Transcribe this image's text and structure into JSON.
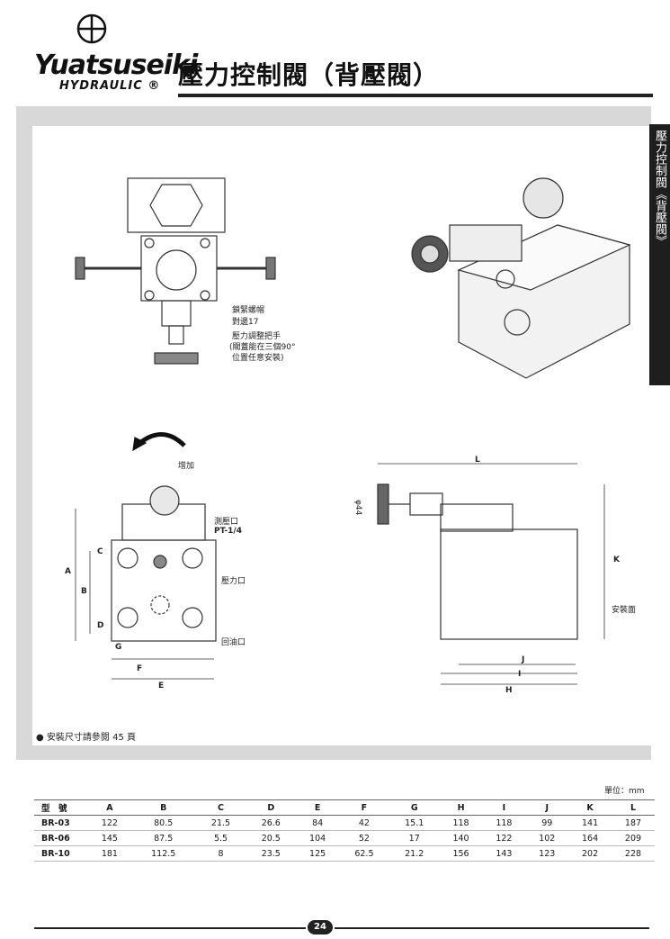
{
  "header": {
    "brand": "Yuatsuseiki",
    "brand_sub": "HYDRAULIC ®",
    "title": "壓力控制閥（背壓閥）"
  },
  "side_tab": "壓力控制閥《背壓閥》",
  "callouts": {
    "lock_nut": "鎖緊螺帽",
    "wrench": "對邊17",
    "adjust_knob": "壓力調整把手",
    "adjust_note": "(閥蓋能在三個90°",
    "adjust_note2": "位置任意安裝)",
    "increase": "增加",
    "gauge_port": "測壓口",
    "gauge_thread": "PT-1/4",
    "pressure_port": "壓力口",
    "return_port": "回油口",
    "mount_face": "安裝面",
    "dia": "φ44"
  },
  "dims": {
    "A": "A",
    "B": "B",
    "C": "C",
    "D": "D",
    "E": "E",
    "F": "F",
    "G": "G",
    "H": "H",
    "I": "I",
    "J": "J",
    "K": "K",
    "L": "L"
  },
  "note": "● 安裝尺寸請參閱 45 頁",
  "unit": "單位：mm",
  "table": {
    "headers": [
      "型　號",
      "A",
      "B",
      "C",
      "D",
      "E",
      "F",
      "G",
      "H",
      "I",
      "J",
      "K",
      "L"
    ],
    "rows": [
      [
        "BR-03",
        "122",
        "80.5",
        "21.5",
        "26.6",
        "84",
        "42",
        "15.1",
        "118",
        "118",
        "99",
        "141",
        "187"
      ],
      [
        "BR-06",
        "145",
        "87.5",
        "5.5",
        "20.5",
        "104",
        "52",
        "17",
        "140",
        "122",
        "102",
        "164",
        "209"
      ],
      [
        "BR-10",
        "181",
        "112.5",
        "8",
        "23.5",
        "125",
        "62.5",
        "21.2",
        "156",
        "143",
        "123",
        "202",
        "228"
      ]
    ]
  },
  "page_number": "24"
}
